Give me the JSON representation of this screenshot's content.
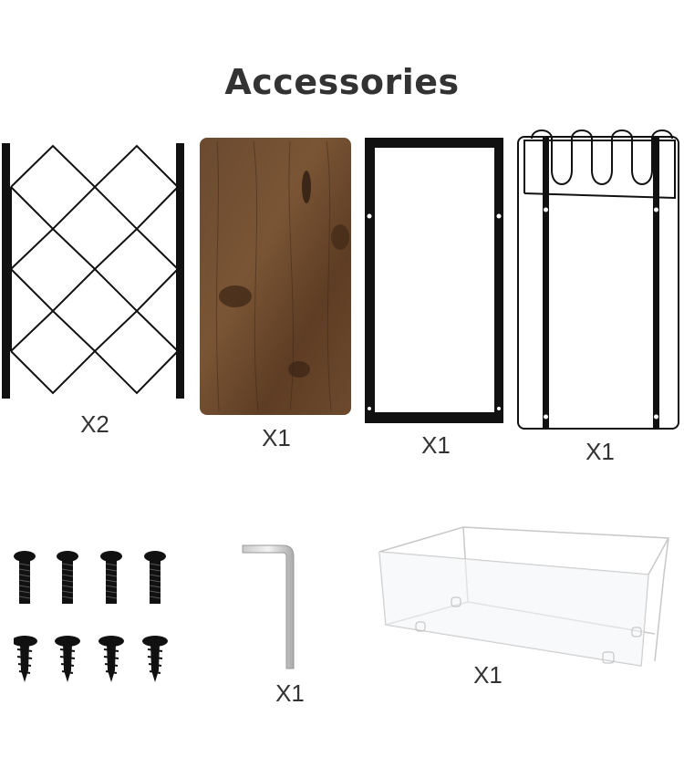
{
  "header": {
    "title": "Accessories"
  },
  "items": [
    {
      "name": "Lattice side panel",
      "icon": "lattice-panel-icon",
      "quantity": "X2"
    },
    {
      "name": "Rustic wood board",
      "icon": "wood-board-icon",
      "quantity": "X1"
    },
    {
      "name": "Black rectangular frame",
      "icon": "metal-frame-icon",
      "quantity": "X1"
    },
    {
      "name": "Wavy top rack frame",
      "icon": "wavy-rack-icon",
      "quantity": "X1"
    },
    {
      "name": "Screws",
      "icon": "screws-icon",
      "quantity": ""
    },
    {
      "name": "Allen key",
      "icon": "allen-key-icon",
      "quantity": "X1"
    },
    {
      "name": "Clear acrylic box",
      "icon": "clear-box-icon",
      "quantity": "X1"
    }
  ],
  "colors": {
    "metal": "#111111",
    "wood": "#5a3a22",
    "text": "#333333"
  }
}
